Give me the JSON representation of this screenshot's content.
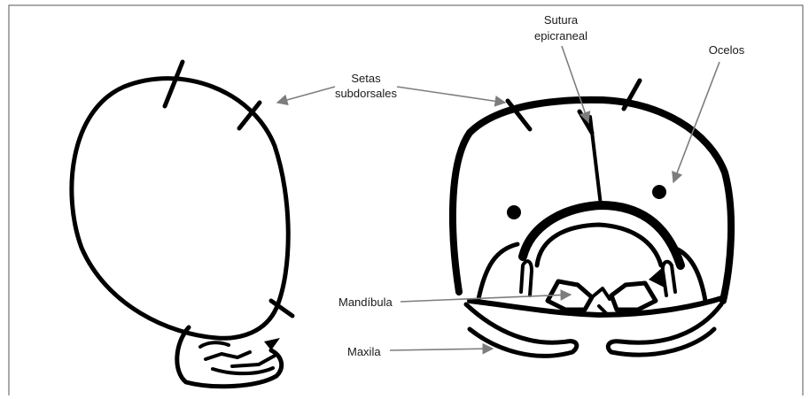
{
  "labels": {
    "setas_line1": "Setas",
    "setas_line2": "subdorsales",
    "sutura_line1": "Sutura",
    "sutura_line2": "epicraneal",
    "ocelos": "Ocelos",
    "mandibula": "Mandíbula",
    "maxila": "Maxila"
  },
  "colors": {
    "ink": "#000000",
    "arrow": "#7d7d7d",
    "frame": "#555555",
    "background": "#ffffff"
  }
}
